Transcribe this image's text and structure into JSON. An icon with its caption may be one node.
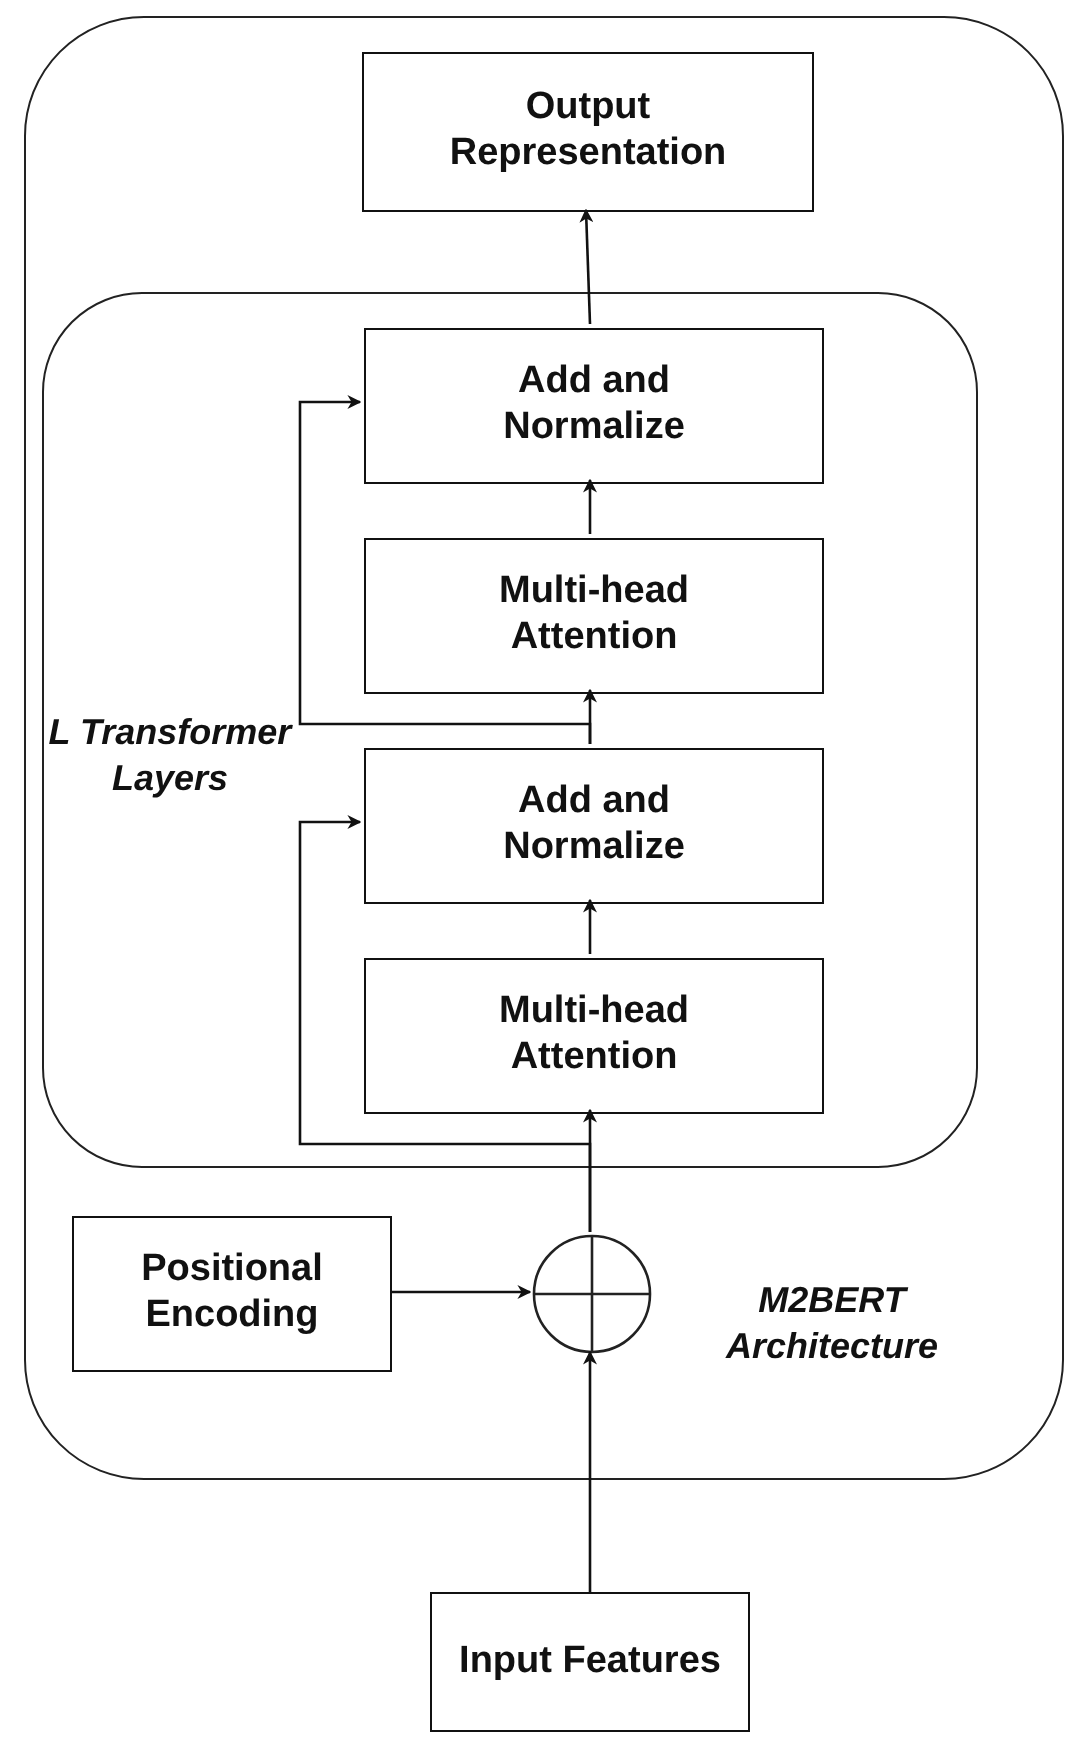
{
  "diagram": {
    "nodes": [
      {
        "text": [
          "M2BERT Architecture"
        ]
      },
      {
        "text": [
          "Output Representation"
        ],
        "in": 0
      },
      {
        "text": [
          "L Transformer Layers"
        ],
        "in": 0
      },
      {
        "text": [
          "Add and Normalize"
        ],
        "in": 2
      },
      {
        "text": [
          "Multi-head Attention"
        ],
        "in": 2
      },
      {
        "text": [
          "Add and Normalize"
        ],
        "in": 2
      },
      {
        "text": [
          "Multi-head Attention"
        ],
        "in": 2
      },
      {
        "text": [
          "Positional Encoding"
        ],
        "in": 0
      },
      {
        "text": [],
        "shape": "circle",
        "in": 0
      },
      {
        "text": [
          "Input Features"
        ]
      }
    ],
    "edges": [
      {
        "from": 9,
        "to": 8,
        "arrow": "to"
      },
      {
        "from": 7,
        "to": 8,
        "arrow": "to"
      },
      {
        "from": 8,
        "to": 6,
        "arrow": "to"
      },
      {
        "from": 8,
        "to": 5,
        "arrow": "to"
      },
      {
        "from": 6,
        "to": 5,
        "arrow": "to"
      },
      {
        "from": 5,
        "to": 4,
        "arrow": "to"
      },
      {
        "from": 5,
        "to": 3,
        "arrow": "to"
      },
      {
        "from": 4,
        "to": 3,
        "arrow": "to"
      },
      {
        "from": 3,
        "to": 1,
        "arrow": "to"
      }
    ]
  }
}
